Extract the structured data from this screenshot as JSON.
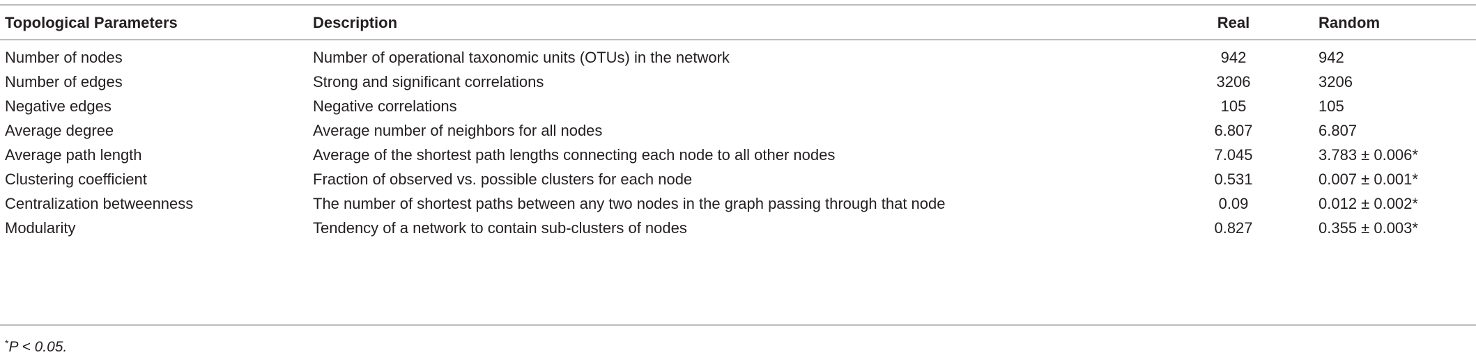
{
  "table": {
    "headers": {
      "param": "Topological Parameters",
      "description": "Description",
      "real": "Real",
      "random": "Random"
    },
    "rows": [
      {
        "param": "Number of nodes",
        "description": "Number of operational taxonomic units (OTUs) in the network",
        "real": "942",
        "random": "942"
      },
      {
        "param": "Number of edges",
        "description": "Strong and significant correlations",
        "real": "3206",
        "random": "3206"
      },
      {
        "param": "Negative edges",
        "description": "Negative correlations",
        "real": "105",
        "random": "105"
      },
      {
        "param": "Average degree",
        "description": "Average number of neighbors for all nodes",
        "real": "6.807",
        "random": "6.807"
      },
      {
        "param": "Average path length",
        "description": "Average of the shortest path lengths connecting each node to all other nodes",
        "real": "7.045",
        "random": "3.783 ± 0.006*"
      },
      {
        "param": "Clustering coefficient",
        "description": "Fraction of observed vs. possible clusters for each node",
        "real": "0.531",
        "random": "0.007 ± 0.001*"
      },
      {
        "param": "Centralization betweenness",
        "description": "The number of shortest paths between any two nodes in the graph passing through that node",
        "real": "0.09",
        "random": "0.012 ± 0.002*"
      },
      {
        "param": "Modularity",
        "description": "Tendency of a network to contain sub-clusters of nodes",
        "real": "0.827",
        "random": "0.355 ± 0.003*"
      }
    ]
  },
  "footnote": {
    "star": "*",
    "text": "P < 0.05."
  }
}
